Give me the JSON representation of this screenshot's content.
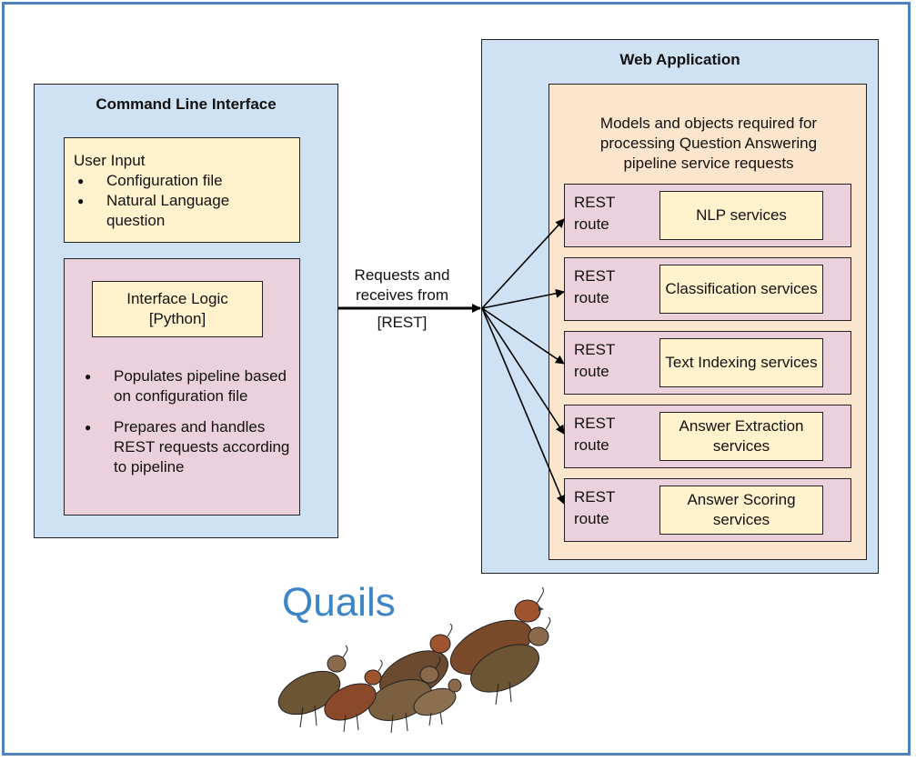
{
  "cli": {
    "title": "Command Line Interface",
    "user_input": {
      "heading": "User Input",
      "items": [
        "Configuration file",
        "Natural Language question"
      ]
    },
    "logic": {
      "box_label": "Interface Logic [Python]",
      "items": [
        "Populates pipeline based on configuration file",
        "Prepares and handles REST requests according to pipeline"
      ]
    }
  },
  "connector": {
    "label": "Requests and receives from",
    "protocol": "[REST]"
  },
  "webapp": {
    "title": "Web Application",
    "models_text": "Models and objects required for processing Question Answering pipeline service requests",
    "routes": [
      {
        "route": "REST route",
        "service": "NLP services"
      },
      {
        "route": "REST route",
        "service": "Classification services"
      },
      {
        "route": "REST route",
        "service": "Text Indexing services"
      },
      {
        "route": "REST route",
        "service": "Answer Extraction services"
      },
      {
        "route": "REST route",
        "service": "Answer Scoring services"
      }
    ]
  },
  "logo": {
    "text": "Quails",
    "color": "#3d85c6",
    "image": "quail-family-illustration"
  },
  "colors": {
    "frame": "#4f81bd",
    "blue": "#cfe2f3",
    "yellow": "#fff2cc",
    "pink": "#ead1dc",
    "peach": "#fce5cd"
  }
}
